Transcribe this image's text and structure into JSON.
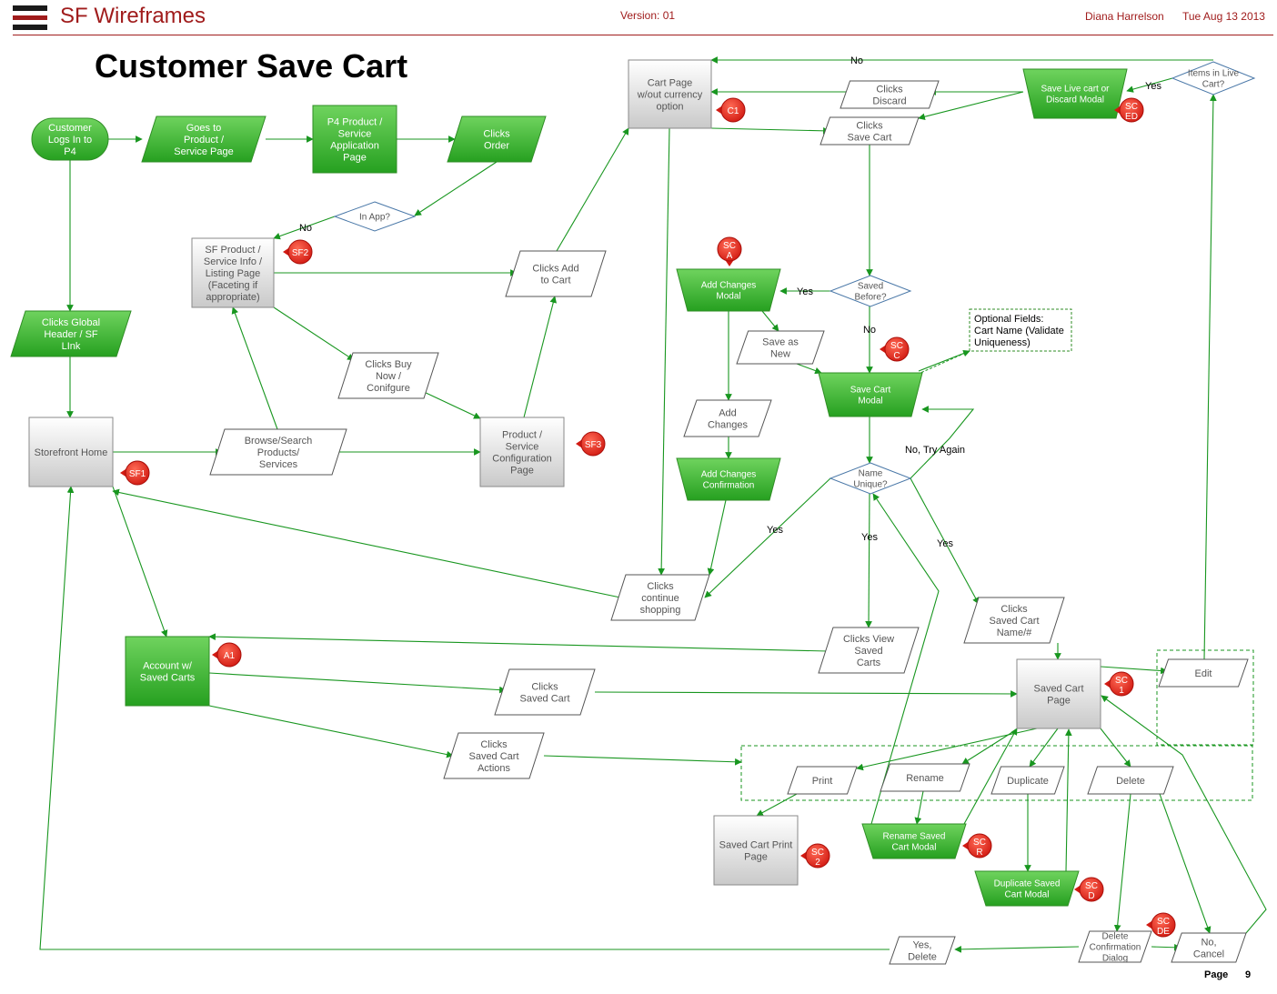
{
  "header": {
    "app_title": "SF Wireframes",
    "version": "Version: 01",
    "author": "Diana Harrelson",
    "date": "Tue Aug 13 2013"
  },
  "page_title": "Customer Save Cart",
  "colors": {
    "accent": "#a01c1c",
    "node_green": "#3cb531",
    "edge_green": "#18961f",
    "badge_red": "#e32219"
  },
  "nodes": {
    "customer_logs": [
      "Customer",
      "Logs In to",
      "P4"
    ],
    "goes_to_product": [
      "Goes to",
      "Product /",
      "Service Page"
    ],
    "p4_product": [
      "P4 Product /",
      "Service",
      "Application",
      "Page"
    ],
    "clicks_order": [
      "Clicks",
      "Order"
    ],
    "in_app": [
      "In App?"
    ],
    "sf_product": [
      "SF Product /",
      "Service Info /",
      "Listing Page",
      "(Faceting if",
      "appropriate)"
    ],
    "clicks_global": [
      "Clicks Global",
      "Header / SF",
      "LInk"
    ],
    "storefront_home": [
      "Storefront Home"
    ],
    "browse_search": [
      "Browse/Search",
      "Products/",
      "Services"
    ],
    "clicks_buy_now": [
      "Clicks Buy",
      "Now /",
      "Conifgure"
    ],
    "product_config": [
      "Product /",
      "Service",
      "Configuration",
      "Page"
    ],
    "clicks_add_cart": [
      "Clicks Add",
      "to Cart"
    ],
    "cart_page": [
      "Cart Page",
      "w/out currency",
      "option"
    ],
    "clicks_discard": [
      "Clicks",
      "Discard"
    ],
    "clicks_save_cart": [
      "Clicks",
      "Save Cart"
    ],
    "save_live_modal": [
      "Save Live cart or",
      "Discard Modal"
    ],
    "items_in_live": [
      "Items in Live",
      "Cart?"
    ],
    "add_changes_modal": [
      "Add Changes",
      "Modal"
    ],
    "saved_before": [
      "Saved",
      "Before?"
    ],
    "save_as_new": [
      "Save as",
      "New"
    ],
    "optional_fields": [
      "Optional Fields:",
      "Cart Name (Validate",
      "Uniqueness)"
    ],
    "save_cart_modal": [
      "Save Cart",
      "Modal"
    ],
    "add_changes": [
      "Add",
      "Changes"
    ],
    "add_changes_conf": [
      "Add Changes",
      "Confirmation"
    ],
    "name_unique": [
      "Name",
      "Unique?"
    ],
    "clicks_continue": [
      "Clicks",
      "continue",
      "shopping"
    ],
    "clicks_view_saved": [
      "Clicks View",
      "Saved",
      "Carts"
    ],
    "clicks_saved_name": [
      "Clicks",
      "Saved Cart",
      "Name/#"
    ],
    "account_saved": [
      "Account w/",
      "Saved Carts"
    ],
    "clicks_saved_cart": [
      "Clicks",
      "Saved Cart"
    ],
    "clicks_saved_actions": [
      "Clicks",
      "Saved Cart",
      "Actions"
    ],
    "saved_cart_page": [
      "Saved Cart",
      "Page"
    ],
    "edit": [
      "Edit"
    ],
    "print": [
      "Print"
    ],
    "rename": [
      "Rename"
    ],
    "duplicate": [
      "Duplicate"
    ],
    "delete": [
      "Delete"
    ],
    "saved_cart_print": [
      "Saved Cart Print",
      "Page"
    ],
    "rename_modal": [
      "Rename Saved",
      "Cart Modal"
    ],
    "duplicate_modal": [
      "Duplicate Saved",
      "Cart Modal"
    ],
    "delete_dialog": [
      "Delete",
      "Confirmation",
      "Dialog"
    ],
    "yes_delete": [
      "Yes,",
      "Delete"
    ],
    "no_cancel": [
      "No,",
      "Cancel"
    ]
  },
  "badges": {
    "c1": [
      "C1"
    ],
    "sce": [
      "SC",
      "ED"
    ],
    "sf2": [
      "SF2"
    ],
    "sf3": [
      "SF3"
    ],
    "sf1": [
      "SF1"
    ],
    "sca": [
      "SC",
      "A"
    ],
    "scc": [
      "SC",
      "C"
    ],
    "a1": [
      "A1"
    ],
    "sc1": [
      "SC",
      "1"
    ],
    "scr": [
      "SC",
      "R"
    ],
    "sc2": [
      "SC",
      "2"
    ],
    "scd": [
      "SC",
      "D"
    ],
    "scde": [
      "SC",
      "DE"
    ]
  },
  "edge_labels": {
    "no_top": "No",
    "yes_live": "Yes",
    "no_inapp": "No",
    "yes_saved": "Yes",
    "no_saved": "No",
    "no_try": "No, Try Again",
    "yes_left": "Yes",
    "yes_mid": "Yes",
    "yes_right": "Yes"
  },
  "footer": {
    "page_label": "Page",
    "page_number": "9"
  }
}
